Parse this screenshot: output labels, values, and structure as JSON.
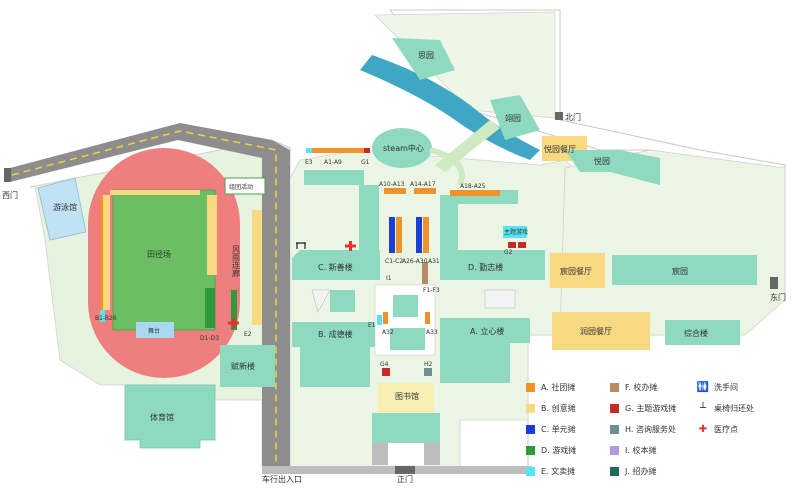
{
  "colors": {
    "building": "#8fd9c0",
    "building_dark": "#74c9ad",
    "green_area": "#e6f3de",
    "track": "#ef7f7f",
    "field": "#6bbf62",
    "road": "#8d8d8d",
    "road_line": "#f2d23c",
    "water": "#3fa7c3",
    "pool": "#bfe3f5",
    "courtyard": "#f7efb2",
    "hospital": "#e63232"
  },
  "labels": {
    "west_gate": "西门",
    "north_gate": "北门",
    "east_gate": "东门",
    "south_gate": "正门",
    "vehicle_entrance": "车行出入口",
    "pool": "游泳馆",
    "field": "田径场",
    "stage": "舞台",
    "stage_acts": "组团活动",
    "corridor": "风雨连廊",
    "fuxin": "赋新楼",
    "gym": "体育馆",
    "steam": "steam中心",
    "siyuan": "思园",
    "yiyuan": "翊园",
    "xiaoyuan_canteen": "悦园餐厅",
    "yuan2": "悦园",
    "hongyuan_canteen": "宸园餐厅",
    "hongyuan": "宸园",
    "runyuan_canteen": "润园餐厅",
    "complex": "综合楼",
    "sishan": "C. 斯善楼",
    "chengde": "B. 成德楼",
    "lixin": "A. 立心楼",
    "lizhi": "D. 勤志楼",
    "library": "图书馆",
    "theme_box": "主题游戏"
  },
  "zone_tags": {
    "a1_a9": "A1-A9",
    "e3": "E3",
    "g1": "G1",
    "a10_a13": "A10-A13",
    "a14_a17": "A14-A17",
    "a18_a25": "A18-A25",
    "b_left": "B1-B26",
    "c1": "C1-C2",
    "b_mid": "A26-A30",
    "f1": "F1-F3",
    "a31": "A31",
    "g2": "G2",
    "i1": "I1",
    "d1": "D1-D3",
    "e1": "E1",
    "e2": "E2",
    "a32": "A32",
    "a33": "A33",
    "g4": "G4",
    "h2": "H2"
  },
  "legend": [
    {
      "text": "A. 社团摊",
      "color": "#f0922b"
    },
    {
      "text": "B. 创意摊",
      "color": "#f7d982"
    },
    {
      "text": "C. 单元摊",
      "color": "#1b3fd6"
    },
    {
      "text": "D. 游戏摊",
      "color": "#2f9a3c"
    },
    {
      "text": "E. 文卖摊",
      "color": "#57e3ef"
    },
    {
      "text": "F. 校办摊",
      "color": "#b88a66"
    },
    {
      "text": "G. 主题游戏摊",
      "color": "#c42a2a"
    },
    {
      "text": "H. 咨询服务处",
      "color": "#6c8f8d"
    },
    {
      "text": "I. 校本摊",
      "color": "#b39ae0"
    },
    {
      "text": "J. 招办摊",
      "color": "#1f6b5b"
    }
  ],
  "legend_icons": [
    {
      "text": "洗手间",
      "icon": "restroom-icon"
    },
    {
      "text": "桌椅归还处",
      "icon": "return-icon"
    },
    {
      "text": "医疗点",
      "icon": "medical-cross-icon"
    }
  ]
}
